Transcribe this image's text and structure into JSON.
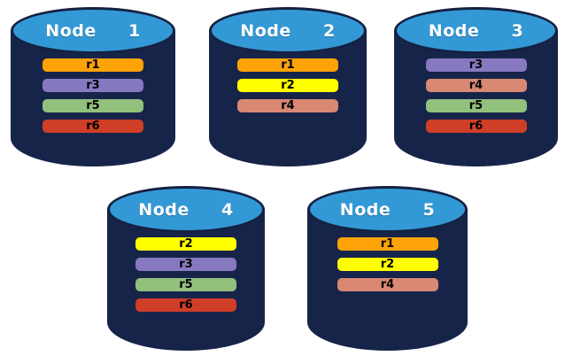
{
  "diagram": {
    "description": "Database nodes with replica distribution",
    "colors": {
      "cylinder_body": "#17244A",
      "cylinder_top": "#3399D6",
      "cylinder_outline": "#152142",
      "replica_colors": {
        "r1": "#FDA307",
        "r2": "#FFFF00",
        "r3": "#8679C0",
        "r4": "#D98874",
        "r5": "#92C17E",
        "r6": "#CF3E26"
      }
    },
    "nodes": [
      {
        "label": "Node  1",
        "replicas": [
          "r1",
          "r3",
          "r5",
          "r6"
        ]
      },
      {
        "label": "Node  2",
        "replicas": [
          "r1",
          "r2",
          "r4"
        ]
      },
      {
        "label": "Node  3",
        "replicas": [
          "r3",
          "r4",
          "r5",
          "r6"
        ]
      },
      {
        "label": "Node  4",
        "replicas": [
          "r2",
          "r3",
          "r5",
          "r6"
        ]
      },
      {
        "label": "Node  5",
        "replicas": [
          "r1",
          "r2",
          "r4"
        ]
      }
    ]
  }
}
